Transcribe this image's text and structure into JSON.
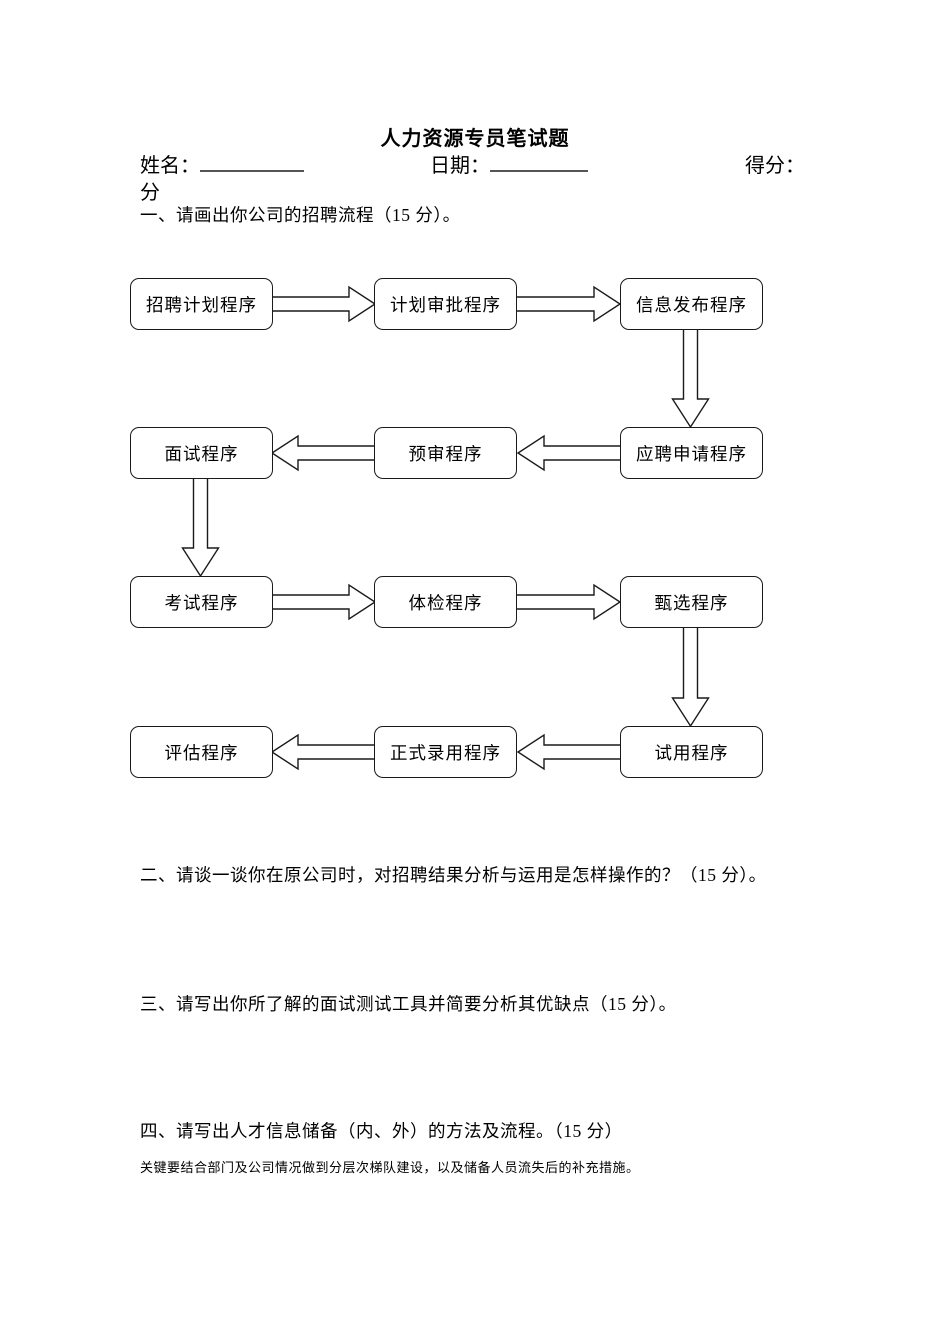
{
  "doc": {
    "title": "人力资源专员笔试题",
    "header": {
      "name_label": "姓名：",
      "date_label": "日期：",
      "score_label": "得分：",
      "score_unit_wrapped": "分"
    },
    "questions": {
      "q1": "一、请画出你公司的招聘流程（15 分）。",
      "q2": "二、请谈一谈你在原公司时，对招聘结果分析与运用是怎样操作的？（15 分）。",
      "q3": "三、请写出你所了解的面试测试工具并简要分析其优缺点（15 分）。",
      "q4": "四、请写出人才信息储备（内、外）的方法及流程。（15 分）",
      "q4_note": "关键要结合部门及公司情况做到分层次梯队建设，以及储备人员流失后的补充措施。"
    },
    "flowchart": {
      "nodes": [
        {
          "label": "招聘计划程序"
        },
        {
          "label": "计划审批程序"
        },
        {
          "label": "信息发布程序"
        },
        {
          "label": "应聘申请程序"
        },
        {
          "label": "预审程序"
        },
        {
          "label": "面试程序"
        },
        {
          "label": "考试程序"
        },
        {
          "label": "体检程序"
        },
        {
          "label": "甄选程序"
        },
        {
          "label": "试用程序"
        },
        {
          "label": "正式录用程序"
        },
        {
          "label": "评估程序"
        }
      ],
      "connections": [
        {
          "from": "招聘计划程序",
          "to": "计划审批程序",
          "direction": "right"
        },
        {
          "from": "计划审批程序",
          "to": "信息发布程序",
          "direction": "right"
        },
        {
          "from": "信息发布程序",
          "to": "应聘申请程序",
          "direction": "down"
        },
        {
          "from": "应聘申请程序",
          "to": "预审程序",
          "direction": "left"
        },
        {
          "from": "预审程序",
          "to": "面试程序",
          "direction": "left"
        },
        {
          "from": "面试程序",
          "to": "考试程序",
          "direction": "down"
        },
        {
          "from": "考试程序",
          "to": "体检程序",
          "direction": "right"
        },
        {
          "from": "体检程序",
          "to": "甄选程序",
          "direction": "right"
        },
        {
          "from": "甄选程序",
          "to": "试用程序",
          "direction": "down"
        },
        {
          "from": "试用程序",
          "to": "正式录用程序",
          "direction": "left"
        },
        {
          "from": "正式录用程序",
          "to": "评估程序",
          "direction": "left"
        }
      ]
    },
    "colors": {
      "ink": "#000000",
      "line": "#1a1a1a",
      "paper": "#ffffff"
    }
  }
}
